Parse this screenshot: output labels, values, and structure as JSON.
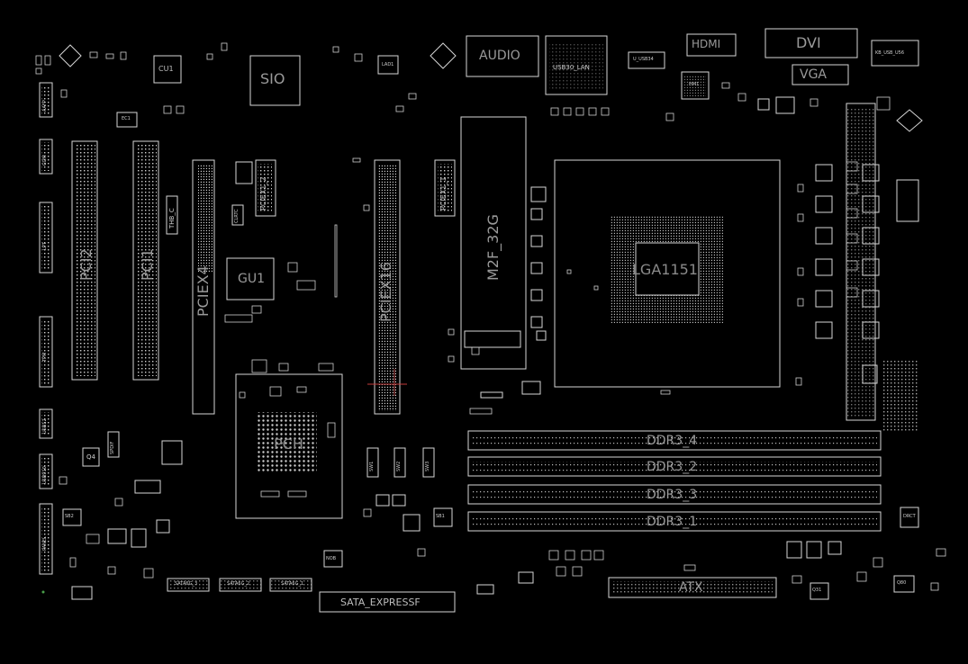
{
  "labels": {
    "sio": "SIO",
    "cu1": "CU1",
    "audio": "AUDIO",
    "usb30_lan": "USB30_LAN",
    "usb_small": "U_USB34",
    "hdmi": "HDMI",
    "hm1": "HM1",
    "dvi": "DVI",
    "vga": "VGA",
    "usb_right": "KB_USB_U56",
    "gu1": "GU1",
    "pcie_x4": "PCIEX4",
    "pcie_x16": "PCIEX16",
    "pcie_x1_1": "PCIEX1_1",
    "pcie_x1_2": "PCIEX1_2",
    "pci1": "PCI1",
    "pci2": "PCI2",
    "m2": "M2F_32G",
    "cpu_socket": "LGA1151",
    "pch": "PCH",
    "ddr3_4": "DDR3_4",
    "ddr3_2": "DDR3_2",
    "ddr3_3": "DDR3_3",
    "ddr3_1": "DDR3_1",
    "atx": "ATX",
    "sata_express": "SATA_EXPRESSF",
    "sata1": "SATA6G_1",
    "sata2": "SATA6G_2",
    "sata3": "SATA6G_3",
    "q4": "Q4",
    "q31": "Q31",
    "q80": "Q80",
    "lad1": "LAD1",
    "nob": "NOB",
    "thb_c": "THB_C",
    "spdif": "SPDIF",
    "com": "COM",
    "lpt": "LPT",
    "tpm": "TPM",
    "aafp": "AAFP",
    "usb12": "USB12",
    "usb910": "USB910",
    "panel": "PANEL",
    "clrtc": "CLRTC",
    "sw1": "SW1",
    "sw2": "SW2",
    "sw3": "SW3",
    "sb1": "SB1",
    "sb2": "SB2",
    "drct": "DRCT",
    "ec1": "EC1"
  },
  "colors": {
    "background": "#000000",
    "trace": "#d6d6d6",
    "label": "#9a9a9a",
    "marker": "#c43b3b"
  }
}
